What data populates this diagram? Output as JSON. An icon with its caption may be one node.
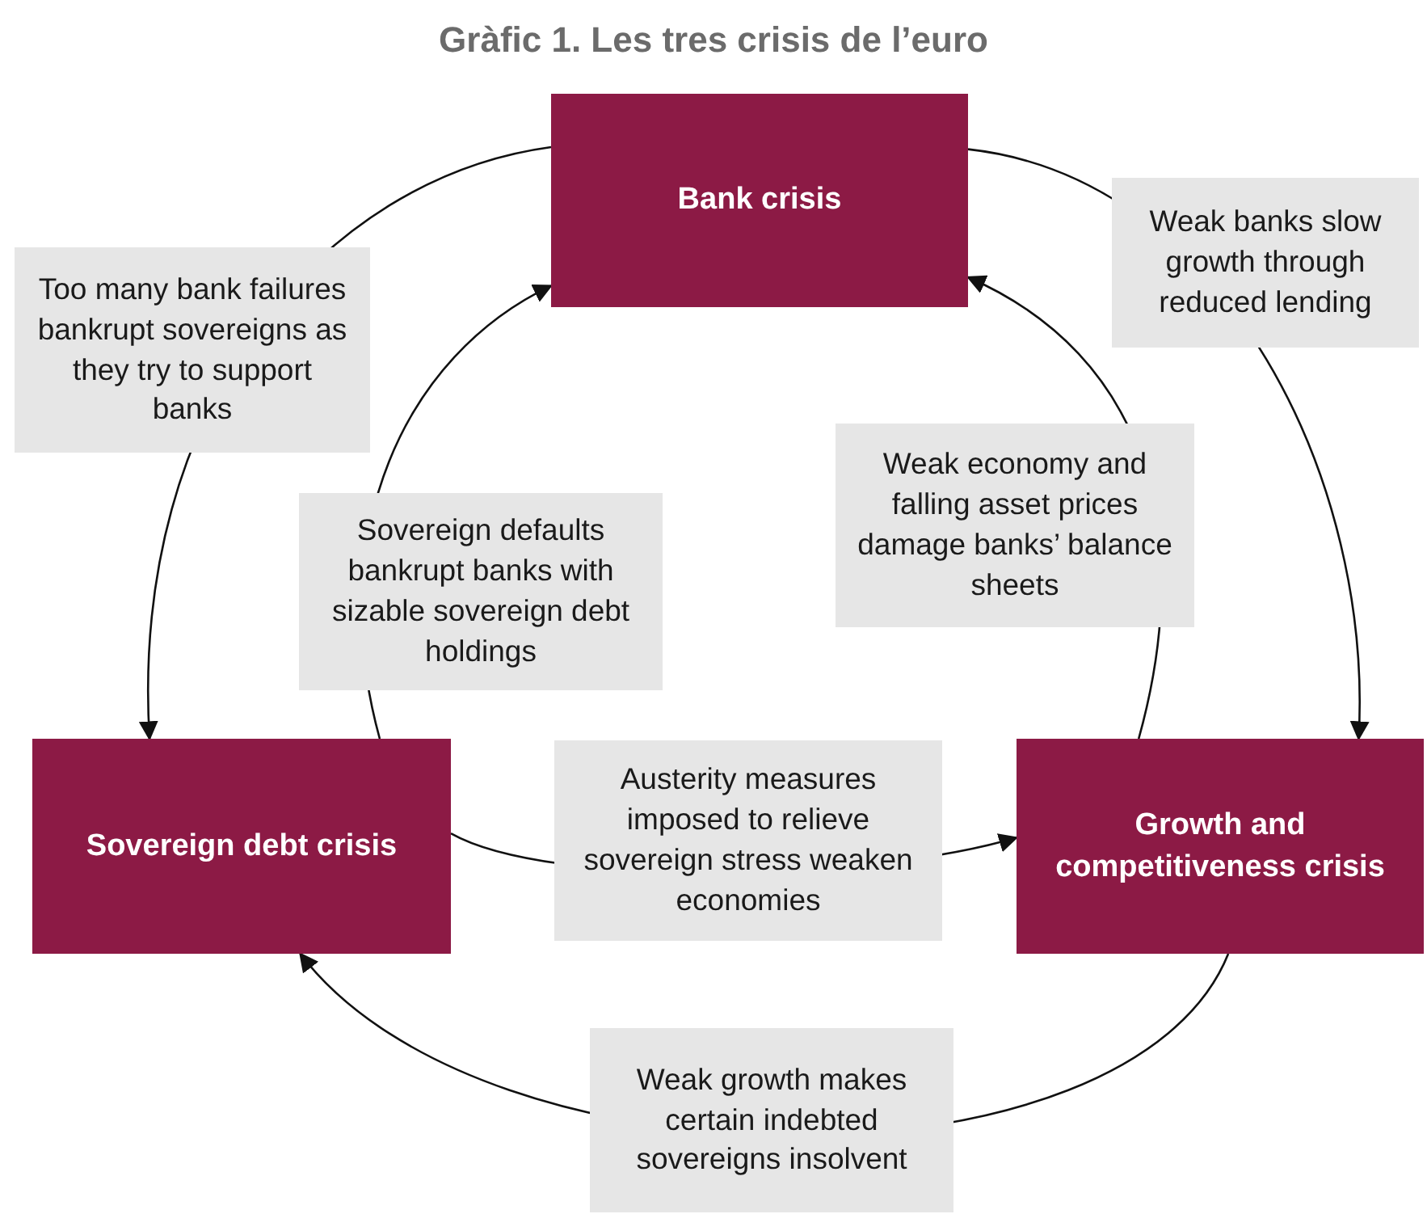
{
  "diagram": {
    "title": "Gràfic 1. Les tres crisis de l’euro",
    "nodes": [
      {
        "text": [
          "Bank crisis"
        ]
      },
      {
        "text": [
          "Sovereign debt crisis"
        ]
      },
      {
        "text": [
          "Growth and competitiveness crisis"
        ]
      }
    ],
    "edges": [
      {
        "from": 0,
        "to": 1,
        "arrow": "to",
        "label": "Too many bank failures bankrupt sovereigns as they try to support banks"
      },
      {
        "from": 0,
        "to": 2,
        "arrow": "to",
        "label": "Weak banks slow growth through reduced lending"
      },
      {
        "from": 2,
        "to": 1,
        "arrow": "to",
        "label": "Weak growth makes certain indebted sovereigns insolvent"
      },
      {
        "from": 1,
        "to": 0,
        "arrow": "to",
        "label": "Sovereign defaults bankrupt banks with sizable sovereign debt holdings"
      },
      {
        "from": 2,
        "to": 0,
        "arrow": "to",
        "label": "Weak economy and falling asset prices damage banks’ balance sheets"
      },
      {
        "from": 1,
        "to": 2,
        "arrow": "to",
        "label": "Austerity measures imposed to relieve sovereign stress weaken economies"
      }
    ]
  }
}
